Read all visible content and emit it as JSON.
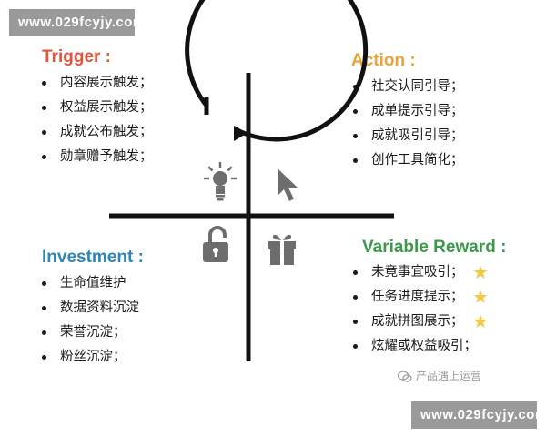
{
  "watermark_top": "www.029fcyjy.com",
  "watermark_bottom": "www.029fcyjy.com",
  "trigger": {
    "title": "Trigger :",
    "color": "#e0553b",
    "items": [
      "内容展示触发；",
      "权益展示触发；",
      "成就公布触发；",
      "勋章赠予触发；"
    ]
  },
  "action": {
    "title": "Action :",
    "color": "#e8a43a",
    "items": [
      "社交认同引导；",
      "成单提示引导；",
      "成就吸引引导；",
      "创作工具简化；"
    ]
  },
  "investment": {
    "title": "Investment :",
    "color": "#2f86b6",
    "items": [
      "生命值维护",
      "数据资料沉淀",
      "荣誉沉淀；",
      "粉丝沉淀；"
    ]
  },
  "variable_reward": {
    "title": "Variable Reward :",
    "color": "#3a9a4a",
    "items": [
      "未竟事宜吸引；",
      "任务进度提示；",
      "成就拼图展示；",
      "炫耀或权益吸引；"
    ],
    "star_color": "#f2c94c"
  },
  "quadrant_icons": [
    "lightbulb-icon",
    "cursor-arrow-icon",
    "padlock-icon",
    "gift-icon"
  ],
  "icon_color": "#6d6d6d",
  "credit": "产品遇上运营"
}
